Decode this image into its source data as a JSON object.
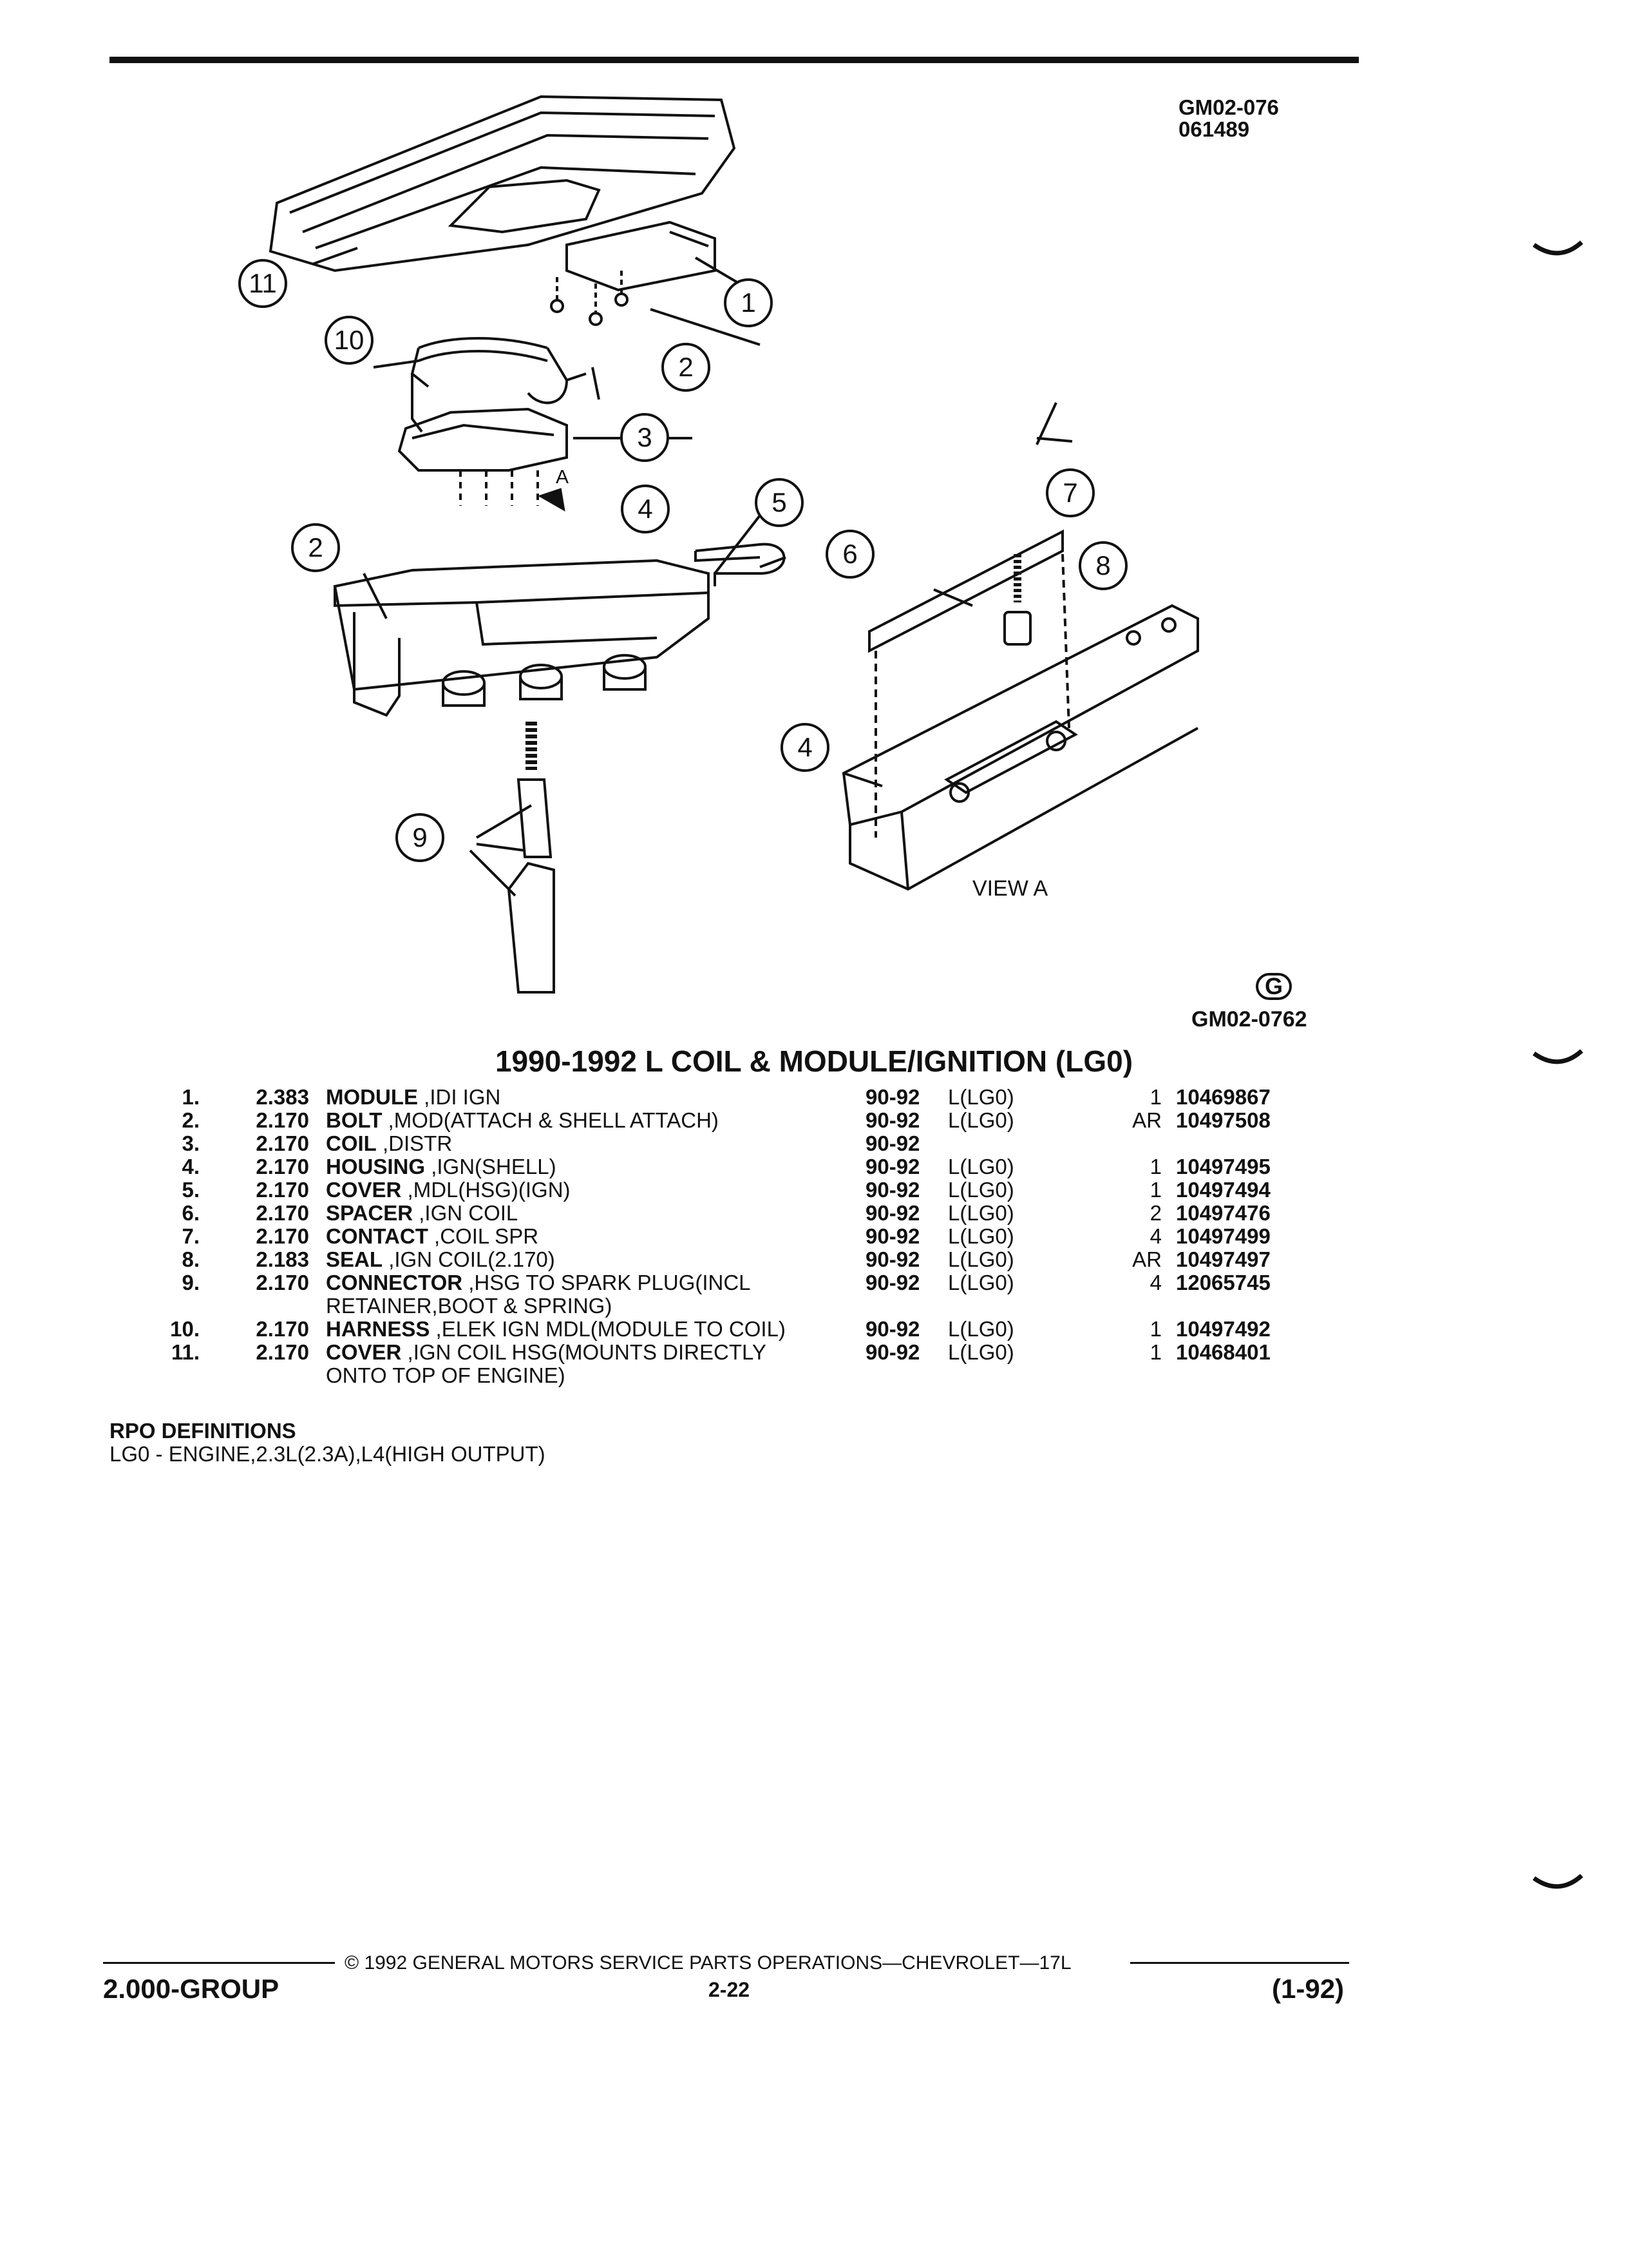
{
  "header": {
    "ref_code": "GM02-076",
    "ref_date": "061489"
  },
  "diagram": {
    "callouts": [
      "1",
      "2",
      "3",
      "4",
      "5",
      "6",
      "7",
      "8",
      "9",
      "10",
      "11",
      "2",
      "4"
    ],
    "view_label": "VIEW A",
    "arrow_label": "A",
    "logo_text": "G",
    "code": "GM02-0762"
  },
  "title": "1990-1992 L COIL & MODULE/IGNITION (LG0)",
  "parts": [
    {
      "num": "1.",
      "cat": "2.383",
      "name": "MODULE",
      "desc": ",IDI IGN",
      "desc2": "",
      "yr": "90-92",
      "rpo": "L(LG0)",
      "qty": "1",
      "pn": "10469867"
    },
    {
      "num": "2.",
      "cat": "2.170",
      "name": "BOLT",
      "desc": ",MOD(ATTACH & SHELL ATTACH)",
      "desc2": "",
      "yr": "90-92",
      "rpo": "L(LG0)",
      "qty": "AR",
      "pn": "10497508"
    },
    {
      "num": "3.",
      "cat": "2.170",
      "name": "COIL",
      "desc": ",DISTR",
      "desc2": "",
      "yr": "90-92",
      "rpo": "",
      "qty": "",
      "pn": ""
    },
    {
      "num": "4.",
      "cat": "2.170",
      "name": "HOUSING",
      "desc": ",IGN(SHELL)",
      "desc2": "",
      "yr": "90-92",
      "rpo": "L(LG0)",
      "qty": "1",
      "pn": "10497495"
    },
    {
      "num": "5.",
      "cat": "2.170",
      "name": "COVER",
      "desc": ",MDL(HSG)(IGN)",
      "desc2": "",
      "yr": "90-92",
      "rpo": "L(LG0)",
      "qty": "1",
      "pn": "10497494"
    },
    {
      "num": "6.",
      "cat": "2.170",
      "name": "SPACER",
      "desc": ",IGN COIL",
      "desc2": "",
      "yr": "90-92",
      "rpo": "L(LG0)",
      "qty": "2",
      "pn": "10497476"
    },
    {
      "num": "7.",
      "cat": "2.170",
      "name": "CONTACT",
      "desc": ",COIL SPR",
      "desc2": "",
      "yr": "90-92",
      "rpo": "L(LG0)",
      "qty": "4",
      "pn": "10497499"
    },
    {
      "num": "8.",
      "cat": "2.183",
      "name": "SEAL",
      "desc": ",IGN COIL(2.170)",
      "desc2": "",
      "yr": "90-92",
      "rpo": "L(LG0)",
      "qty": "AR",
      "pn": "10497497"
    },
    {
      "num": "9.",
      "cat": "2.170",
      "name": "CONNECTOR",
      "desc": ",HSG TO SPARK PLUG(INCL",
      "desc2": "RETAINER,BOOT & SPRING)",
      "yr": "90-92",
      "rpo": "L(LG0)",
      "qty": "4",
      "pn": "12065745"
    },
    {
      "num": "10.",
      "cat": "2.170",
      "name": "HARNESS",
      "desc": ",ELEK IGN MDL(MODULE TO COIL)",
      "desc2": "",
      "yr": "90-92",
      "rpo": "L(LG0)",
      "qty": "1",
      "pn": "10497492"
    },
    {
      "num": "11.",
      "cat": "2.170",
      "name": "COVER",
      "desc": ",IGN COIL HSG(MOUNTS DIRECTLY",
      "desc2": "ONTO TOP OF ENGINE)",
      "yr": "90-92",
      "rpo": "L(LG0)",
      "qty": "1",
      "pn": "10468401"
    }
  ],
  "rpo": {
    "heading": "RPO DEFINITIONS",
    "line": "LG0 - ENGINE,2.3L(2.3A),L4(HIGH OUTPUT)"
  },
  "footer": {
    "copyright": "© 1992 GENERAL MOTORS SERVICE PARTS OPERATIONS—CHEVROLET—17L",
    "group": "2.000-GROUP",
    "page": "2-22",
    "date": "(1-92)"
  }
}
